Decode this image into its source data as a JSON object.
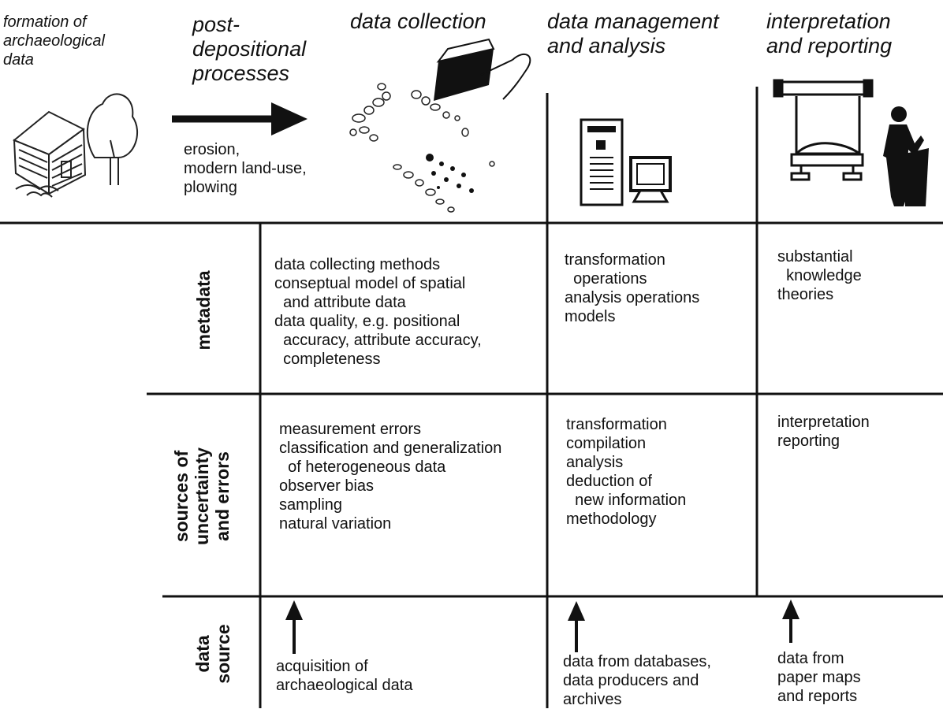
{
  "stages": {
    "formation": "formation of\narchaeological\ndata",
    "post_depositional": "post-\ndepositional\nprocesses",
    "collection": "data collection",
    "management": "data management\nand analysis",
    "interpretation": "interpretation\nand reporting"
  },
  "processes": "erosion,\nmodern land-use,\nplowing",
  "rows": {
    "metadata": "metadata",
    "uncertainty": "sources of\nuncertainty\nand errors",
    "data_source": "data\nsource"
  },
  "cells": {
    "metadata_collection": "data collecting methods\nconseptual model of spatial\n  and attribute data\ndata quality, e.g. positional\n  accuracy, attribute accuracy,\n  completeness",
    "metadata_management": "transformation\n  operations\nanalysis operations\nmodels",
    "metadata_interpretation": "substantial\n  knowledge\ntheories",
    "errors_collection": "measurement errors\nclassification and generalization\n  of heterogeneous data\nobserver bias\nsampling\nnatural variation",
    "errors_management": "transformation\ncompilation\nanalysis\ndeduction of\n  new information\nmethodology",
    "errors_interpretation": "interpretation\nreporting",
    "source_collection": "acquisition of\narchaeological data",
    "source_management": "data from databases,\ndata producers and\narchives",
    "source_interpretation": "data from\npaper maps\nand reports"
  },
  "icons": [
    "house-icon",
    "tree-icon",
    "arrow-right-icon",
    "clipboard-icon",
    "pen-icon",
    "site-sketch-icon",
    "computer-tower-icon",
    "monitor-icon",
    "plotter-icon",
    "speaker-podium-icon",
    "arrow-up-icon"
  ]
}
